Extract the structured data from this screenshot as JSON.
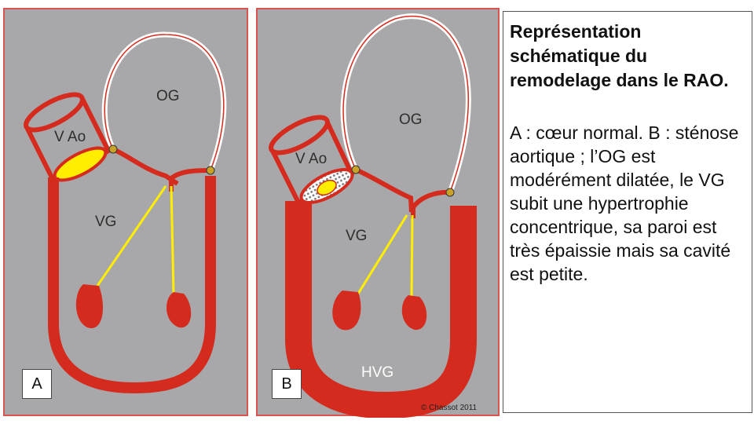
{
  "panel_a": {
    "letter": "A",
    "labels": {
      "aorta": "V Ao",
      "atrium": "OG",
      "ventricle": "VG"
    }
  },
  "panel_b": {
    "letter": "B",
    "labels": {
      "aorta": "V Ao",
      "atrium": "OG",
      "ventricle": "VG",
      "hypertrophy": "HVG"
    }
  },
  "copyright": "© Chassot 2011",
  "caption": {
    "title": "Représentation schématique du remodelage dans le RAO.",
    "body": "A : cœur normal. B : sténose aortique ; l’OG est modérément dilatée, le VG subit une hypertrophie concentrique, sa paroi est très épaissie mais sa cavité est petite."
  },
  "colors": {
    "myocardium": "#d52b1e",
    "leaflet": "#ffee00",
    "chordae": "#ffee00",
    "background": "#a8a8aa"
  }
}
